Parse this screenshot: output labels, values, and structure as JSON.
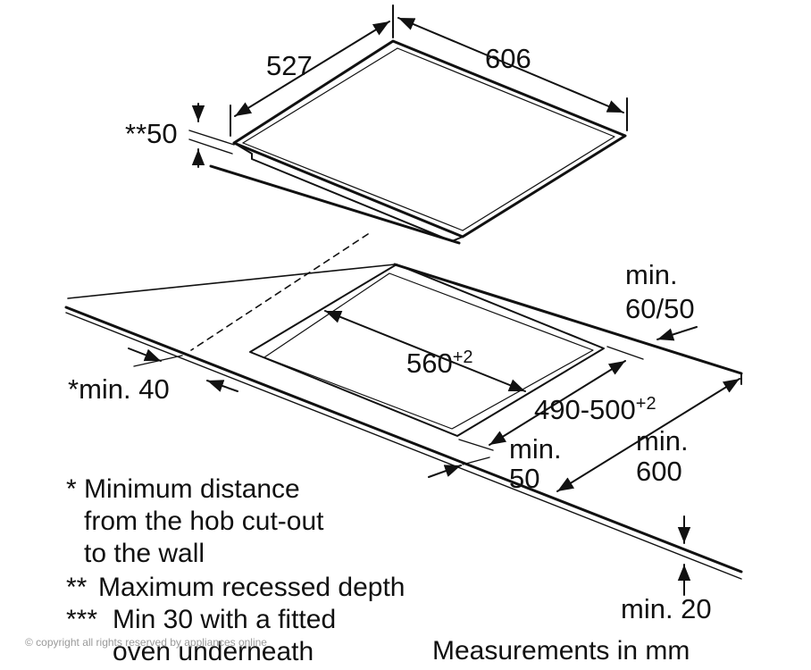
{
  "dimensions": {
    "depth": "527",
    "width": "606",
    "recess": "**50",
    "cutout_width_main": "560",
    "cutout_width_tol": "+2",
    "cutout_depth_main": "490-500",
    "cutout_depth_tol": "+2",
    "wall_distance": "*min. 40",
    "front_gap_line1": "min.",
    "front_gap_line2": "50",
    "rear_gap_line1": "min.",
    "rear_gap_line2": "60/50",
    "worktop_depth_line1": "min.",
    "worktop_depth_line2": "600",
    "worktop_thickness": "min. 20"
  },
  "notes": {
    "single_star_mark": "*",
    "single_star_line1": "Minimum distance",
    "single_star_line2": "from the hob cut-out",
    "single_star_line3": "to the wall",
    "double_star_mark": "**",
    "double_star_text": "Maximum recessed depth",
    "triple_star_mark": "***",
    "triple_star_line1": "Min 30 with a fitted",
    "triple_star_line2": "oven underneath"
  },
  "footer": {
    "copyright": "© copyright all rights reserved by appliances online",
    "units": "Measurements in mm"
  },
  "colors": {
    "line": "#111111",
    "background": "#ffffff",
    "watermark": "#9a9a9a"
  }
}
